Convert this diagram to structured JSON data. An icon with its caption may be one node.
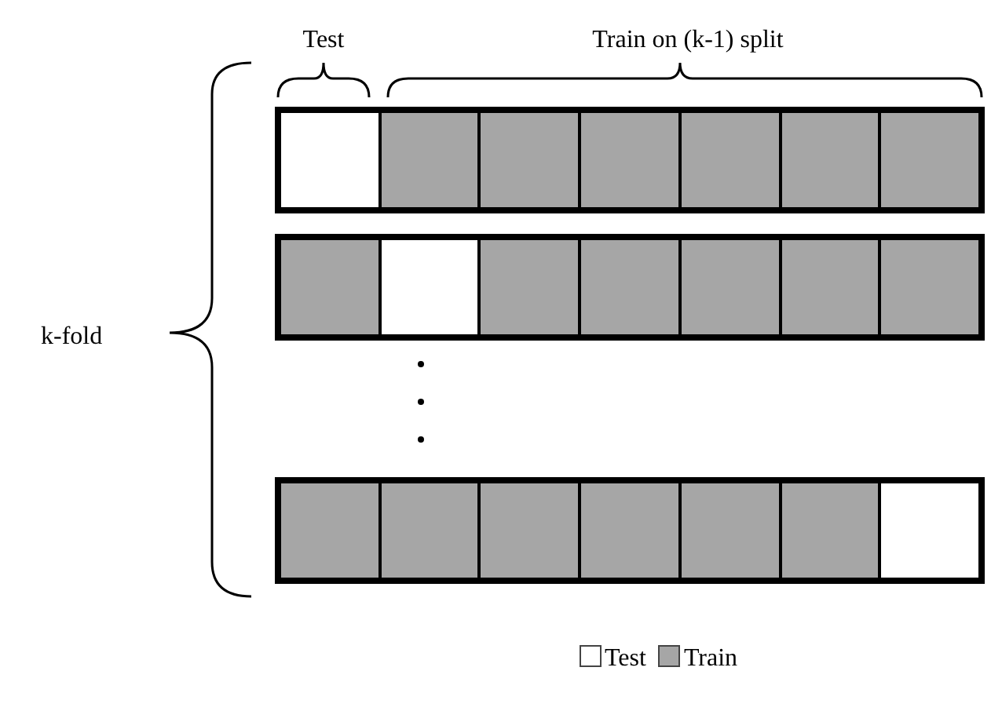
{
  "diagram": {
    "labels": [
      "Test",
      "Train on (k-1) split",
      "k-fold"
    ],
    "legend": [
      {
        "text": "Test",
        "color": "#ffffff"
      },
      {
        "text": "Train",
        "color": "#a6a6a6"
      }
    ]
  }
}
